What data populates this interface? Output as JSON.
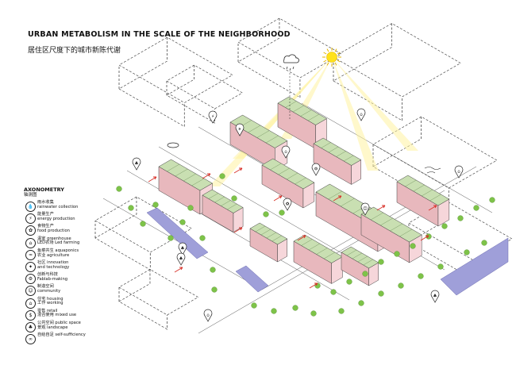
{
  "title_en": "URBAN METABOLISM  IN THE SCALE OF THE NEIGHBORHOOD",
  "title_cn": "居住区尺度下的城市新陈代谢",
  "legend": {
    "title": "AXONOMETRY",
    "subtitle": "轴测图",
    "items": [
      {
        "icon": "rain-drop-icon",
        "glyph": "💧",
        "cn": "雨水收集",
        "en": "rainwater collection"
      },
      {
        "icon": "energy-icon",
        "glyph": "⚡",
        "cn": "能量生产",
        "en": "energy production"
      },
      {
        "icon": "food-icon",
        "glyph": "✿",
        "cn": "食物生产",
        "en": "food production"
      },
      {
        "icon": "greenhouse-icon",
        "glyph": "⌂",
        "cn": "温室 greenhouse",
        "en": "LED农场  Led farming"
      },
      {
        "icon": "fish-icon",
        "glyph": "≈",
        "cn": "鱼菜共生  aquaponics",
        "en": "农业 agriculture"
      },
      {
        "icon": "innovation-icon",
        "glyph": "✦",
        "cn": "社区 innovation",
        "en": "and technology"
      },
      {
        "icon": "fablab-icon",
        "glyph": "⚙",
        "cn": "创新与科技",
        "en": "Fablab-making"
      },
      {
        "icon": "community-icon",
        "glyph": "☺",
        "cn": "制造空间",
        "en": "community"
      },
      {
        "icon": "housing-icon",
        "glyph": "⌂",
        "cn": "住宅 housing",
        "en": "工作 working"
      },
      {
        "icon": "retail-icon",
        "glyph": "$",
        "cn": "零售 retail",
        "en": "混合使用 mixed use"
      },
      {
        "icon": "public-space-icon",
        "glyph": "♣",
        "cn": "公共空间 public space",
        "en": "景观 landscape"
      },
      {
        "icon": "self-sufficiency-icon",
        "glyph": "∞",
        "cn": "自给自足 self-sufficiency",
        "en": ""
      }
    ]
  },
  "colors": {
    "building_roof": "#f6d6da",
    "building_side": "#e8b8bd",
    "greenhouse": "#c9dfb2",
    "river": "#9f9fd9",
    "tree": "#7ec349",
    "dashed": "#333333",
    "sun": "#ffe21a",
    "beam": "#fff3a0",
    "arrow": "#d8322a"
  }
}
